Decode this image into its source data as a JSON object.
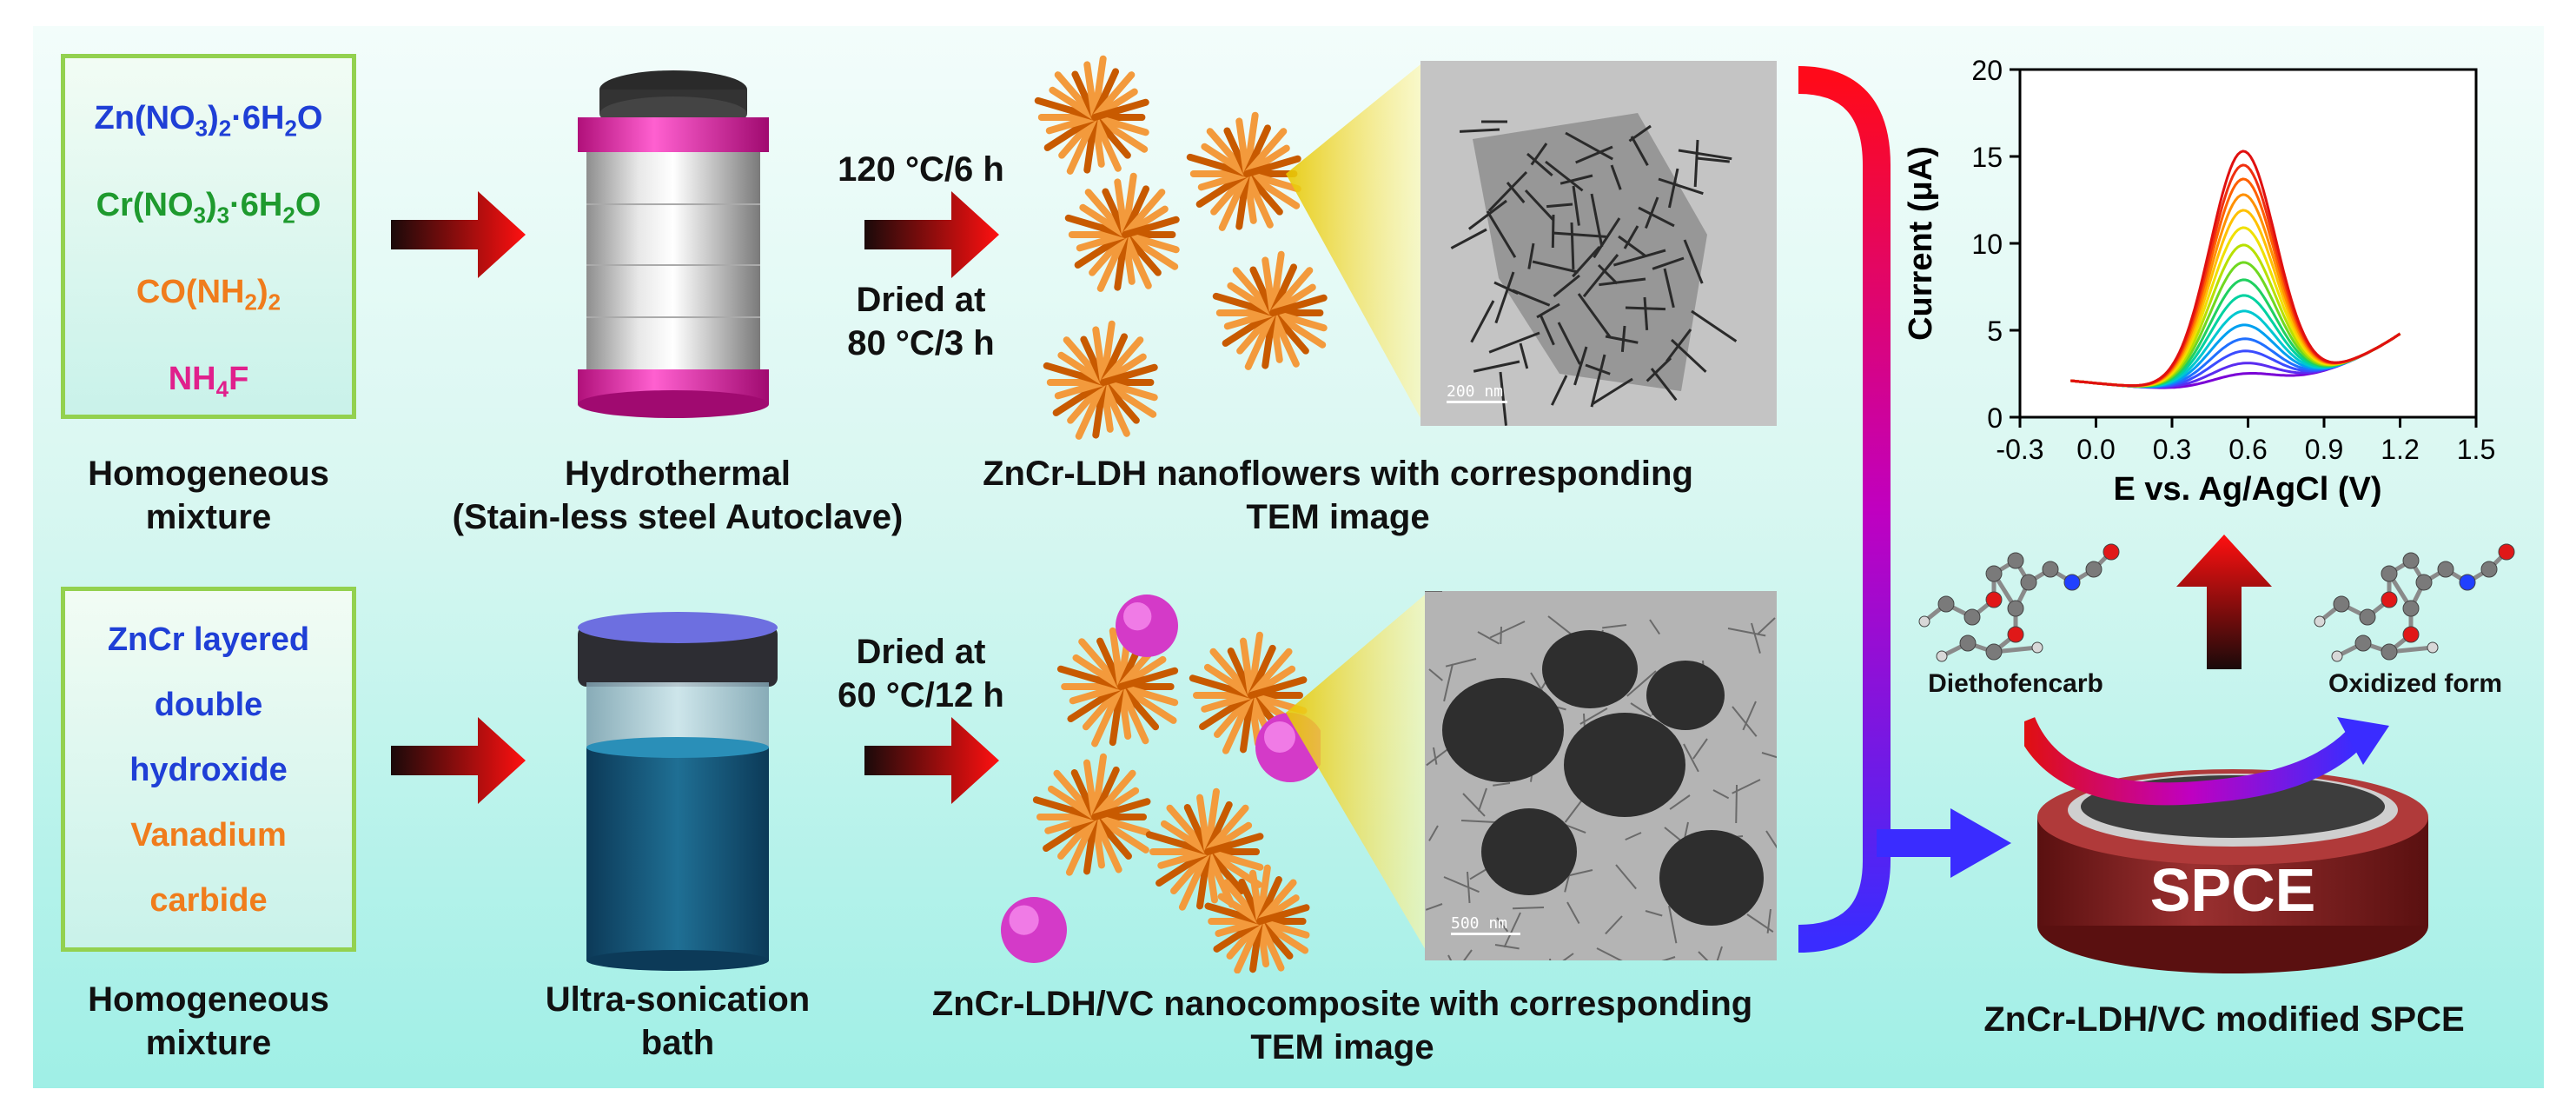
{
  "precursors_top": [
    {
      "text": "Zn(NO",
      "sub1": "3",
      "mid": ")",
      "sub2": "2",
      "tail": "·6H",
      "sub3": "2",
      "end": "O",
      "color": "#1f3fd6"
    },
    {
      "text": "Cr(NO",
      "sub1": "3",
      "mid": ")",
      "sub2": "3",
      "tail": "·6H",
      "sub3": "2",
      "end": "O",
      "color": "#1e9a2e"
    },
    {
      "text": "CO(NH",
      "sub1": "2",
      "mid": ")",
      "sub2": "2",
      "tail": "",
      "sub3": "",
      "end": "",
      "color": "#f07c1c"
    },
    {
      "text": "NH",
      "sub1": "4",
      "mid": "F",
      "sub2": "",
      "tail": "",
      "sub3": "",
      "end": "",
      "color": "#e0208c"
    }
  ],
  "precursors_bottom": [
    {
      "text": "ZnCr layered",
      "color": "#1f3fd6"
    },
    {
      "text": "double",
      "color": "#1f3fd6"
    },
    {
      "text": "hydroxide",
      "color": "#1f3fd6"
    },
    {
      "text": "Vanadium",
      "color": "#f07c1c"
    },
    {
      "text": "carbide",
      "color": "#f07c1c"
    }
  ],
  "labels": {
    "homog1_l1": "Homogeneous",
    "homog1_l2": "mixture",
    "homog2_l1": "Homogeneous",
    "homog2_l2": "mixture",
    "hydro_l1": "Hydrothermal",
    "hydro_l2": "(Stain-less steel Autoclave)",
    "sonic_l1": "Ultra-sonication",
    "sonic_l2": "bath",
    "cond1": "120 °C/6 h",
    "cond2_l1": "Dried at",
    "cond2_l2": "80 °C/3 h",
    "cond3_l1": "Dried at",
    "cond3_l2": "60 °C/12 h",
    "flower_l1": "ZnCr-LDH nanoflowers with corresponding",
    "flower_l2": "TEM image",
    "comp_l1": "ZnCr-LDH/VC nanocomposite with corresponding",
    "comp_l2": "TEM image",
    "spce": "SPCE",
    "spce_caption": "ZnCr-LDH/VC modified SPCE",
    "diethofencarb": "Diethofencarb",
    "oxidized": "Oxidized form",
    "tem1_scale": "200 nm",
    "tem2_scale": "500 nm"
  },
  "chart_data": {
    "type": "line",
    "xlabel": "E vs. Ag/AgCl (V)",
    "ylabel": "Current (μA)",
    "xlim": [
      -0.3,
      1.5
    ],
    "ylim": [
      0,
      20
    ],
    "xticks": [
      "-0.3",
      "0.0",
      "0.3",
      "0.6",
      "0.9",
      "1.2",
      "1.5"
    ],
    "yticks": [
      "0",
      "5",
      "10",
      "15",
      "20"
    ],
    "x_start": -0.1,
    "x_end": 1.2,
    "peak_x": 0.58,
    "base_start": 2.1,
    "end_current": 4.8,
    "peak_currents": [
      2.4,
      3.0,
      3.7,
      4.4,
      5.2,
      6.0,
      6.9,
      7.8,
      8.8,
      9.8,
      10.8,
      11.8,
      12.7,
      13.6,
      14.4,
      15.2
    ],
    "colors": [
      "#7a00d6",
      "#5a2cf0",
      "#3b4cff",
      "#2070ff",
      "#00a0f0",
      "#00c8d0",
      "#00d2a0",
      "#20d060",
      "#70d820",
      "#b8e000",
      "#f0e000",
      "#ffc000",
      "#ff9000",
      "#ff6000",
      "#f03010",
      "#e01010"
    ]
  }
}
